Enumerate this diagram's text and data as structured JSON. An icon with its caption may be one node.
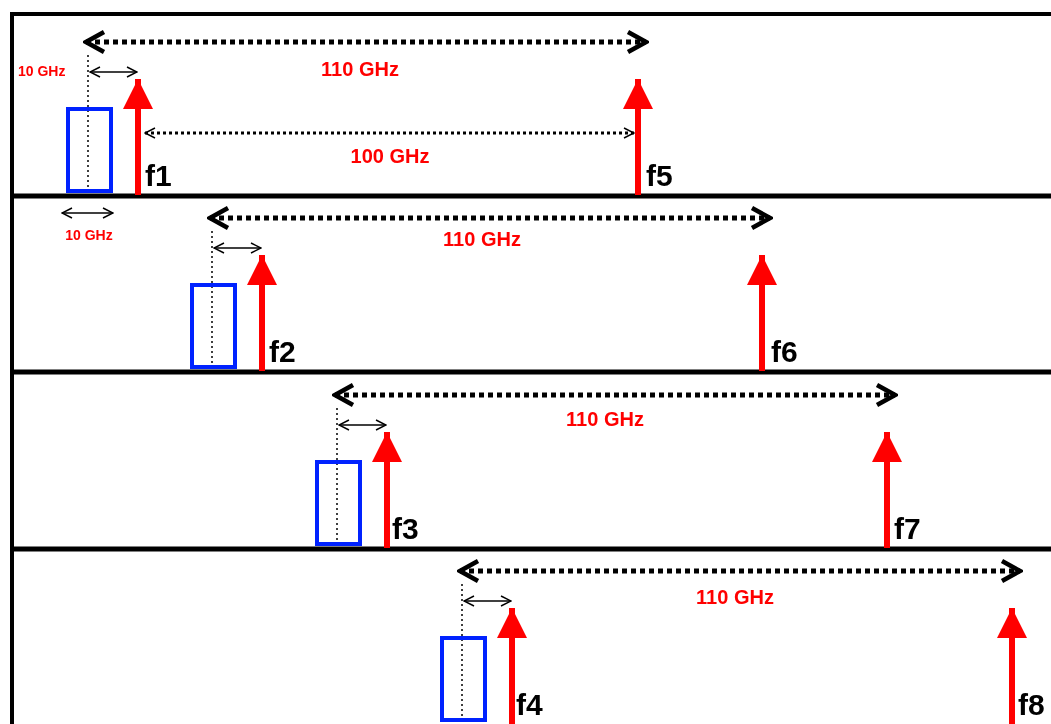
{
  "diagram": {
    "nodes": [
      {
        "text": [],
        "shape": "box"
      },
      {
        "text": [],
        "shape": "box"
      },
      {
        "text": [],
        "shape": "box"
      },
      {
        "text": [],
        "shape": "box"
      }
    ],
    "labels": [
      "10 GHz",
      "110 GHz",
      "f1",
      "100 GHz",
      "f5",
      "10 GHz",
      "110 GHz",
      "f2",
      "f6",
      "110 GHz",
      "f3",
      "f7",
      "110 GHz",
      "f4",
      "f8"
    ]
  }
}
